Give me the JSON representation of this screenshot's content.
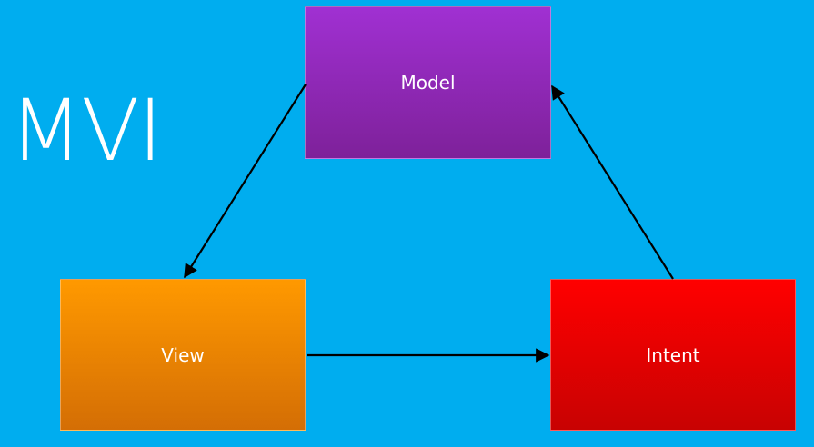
{
  "diagram": {
    "title": "MVI",
    "nodes": {
      "model": {
        "label": "Model",
        "color_top": "#a030d2",
        "color_bottom": "#7e219a"
      },
      "view": {
        "label": "View",
        "color_top": "#ff9900",
        "color_bottom": "#d46e05"
      },
      "intent": {
        "label": "Intent",
        "color_top": "#ff0000",
        "color_bottom": "#c80202"
      }
    },
    "edges": [
      {
        "from": "model",
        "to": "view"
      },
      {
        "from": "view",
        "to": "intent"
      },
      {
        "from": "intent",
        "to": "model"
      }
    ],
    "colors": {
      "background": "#00adef",
      "arrow": "#000000",
      "text": "#ffffff"
    }
  }
}
